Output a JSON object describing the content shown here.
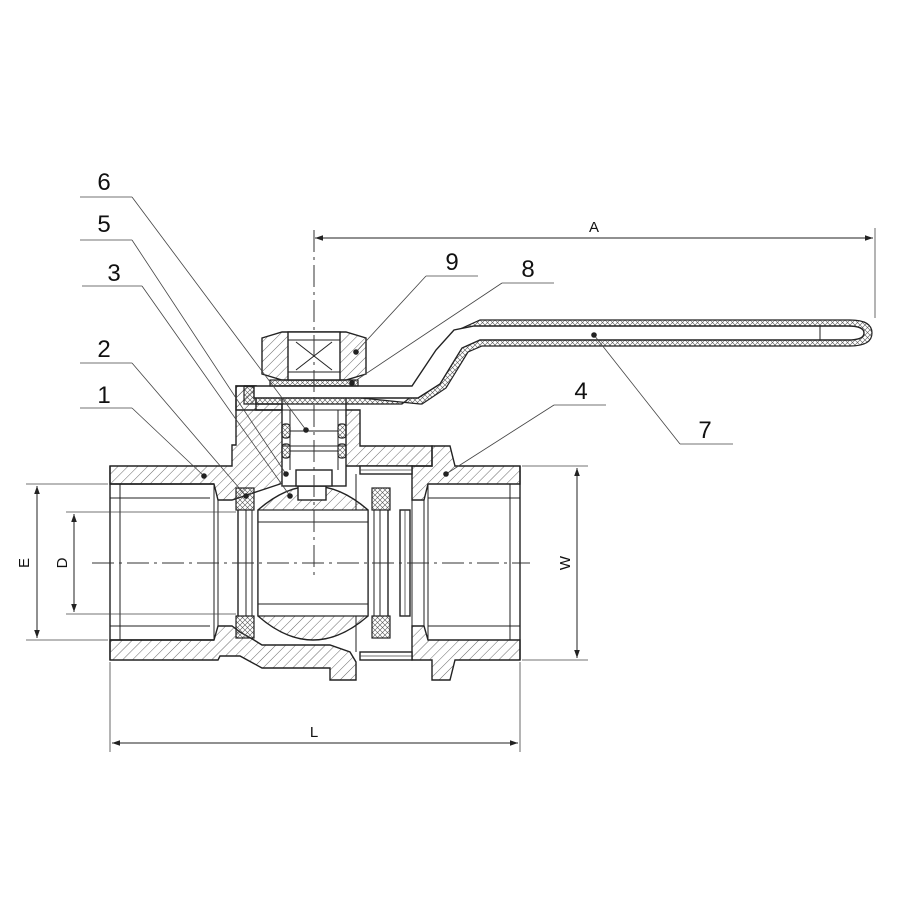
{
  "callouts": [
    {
      "id": "1",
      "label": "1"
    },
    {
      "id": "2",
      "label": "2"
    },
    {
      "id": "3",
      "label": "3"
    },
    {
      "id": "4",
      "label": "4"
    },
    {
      "id": "5",
      "label": "5"
    },
    {
      "id": "6",
      "label": "6"
    },
    {
      "id": "7",
      "label": "7"
    },
    {
      "id": "8",
      "label": "8"
    },
    {
      "id": "9",
      "label": "9"
    }
  ],
  "dimensions": {
    "A": "A",
    "L": "L",
    "E": "E",
    "D": "D",
    "W": "W"
  }
}
